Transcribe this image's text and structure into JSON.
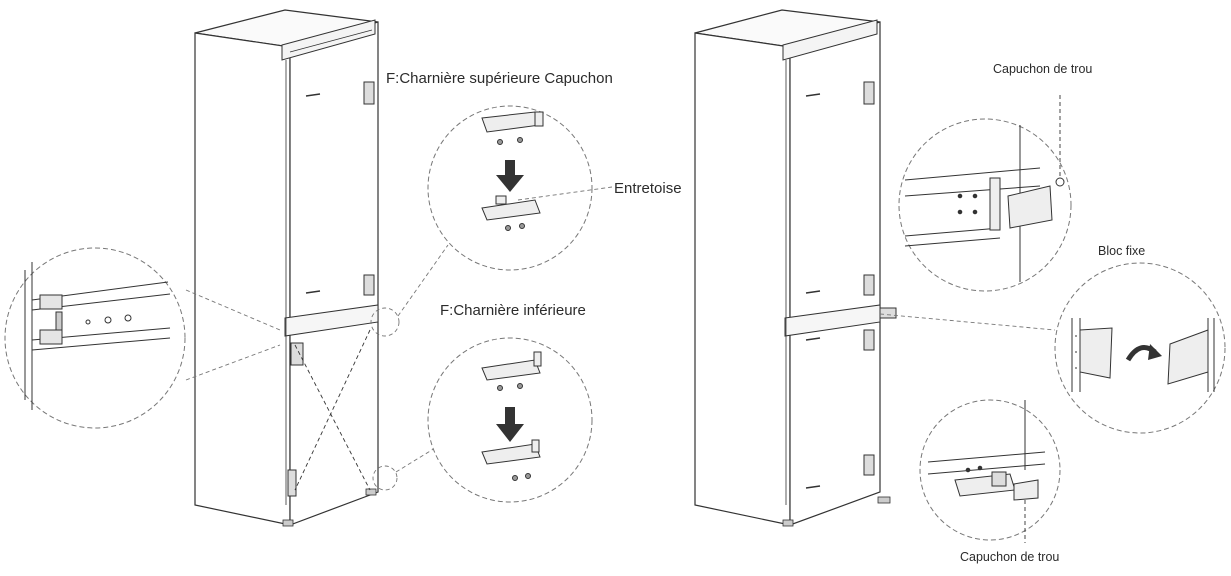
{
  "labels": {
    "upper_hinge": "F:Charnière supérieure Capuchon",
    "spacer": "Entretoise",
    "lower_hinge": "F:Charnière inférieure",
    "hole_cap_top": "Capuchon de trou",
    "fixed_block": "Bloc fixe",
    "hole_cap_bottom": "Capuchon de trou"
  },
  "colors": {
    "line": "#333333",
    "light_line": "#888888",
    "arrow": "#333333",
    "background": "#ffffff"
  }
}
